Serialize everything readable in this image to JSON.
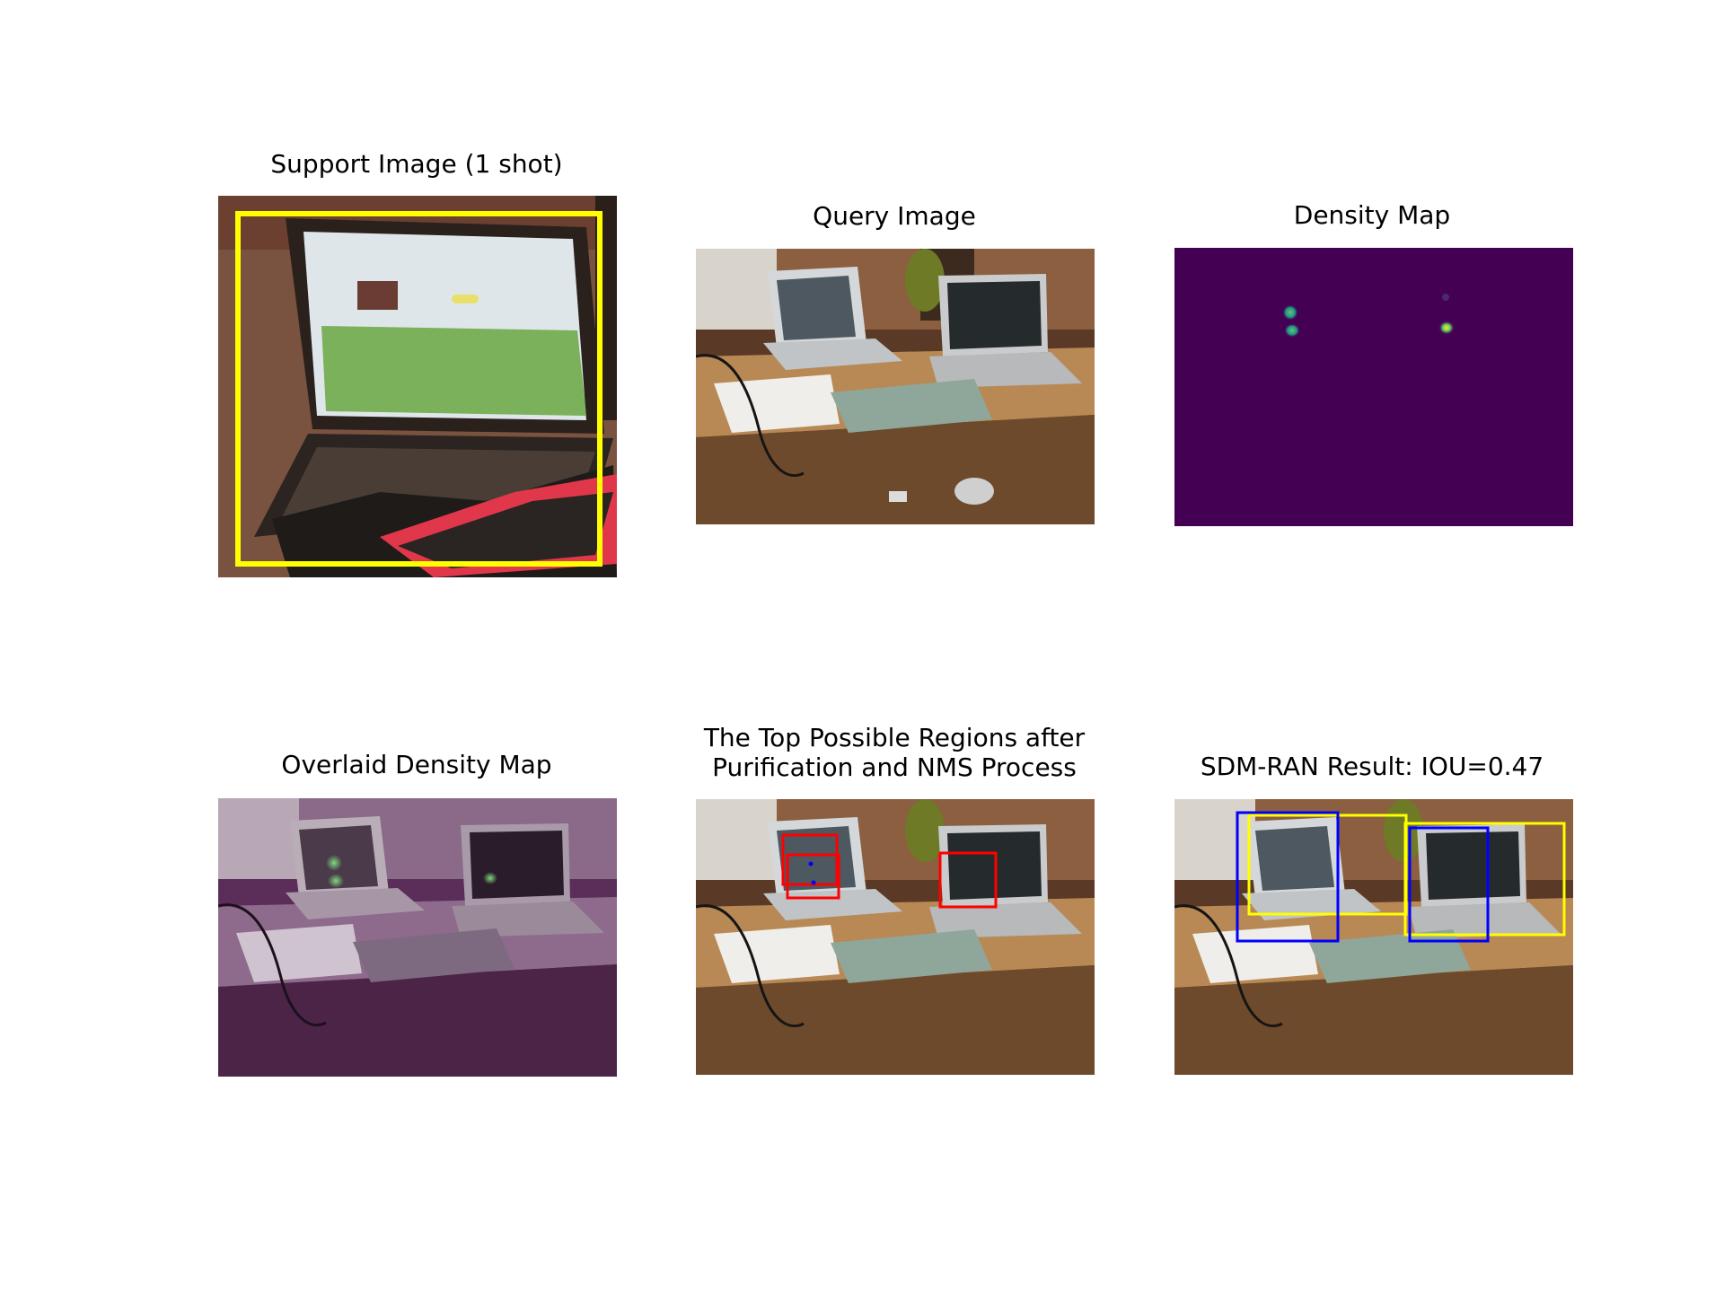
{
  "panels": [
    {
      "title": "Support Image (1 shot)"
    },
    {
      "title": "Query Image"
    },
    {
      "title": "Density Map"
    },
    {
      "title": "Overlaid Density Map"
    },
    {
      "title": "The Top Possible Regions after\nPurification and NMS Process"
    },
    {
      "title": "SDM-RAN Result: IOU=0.47"
    }
  ],
  "box_colors": {
    "support": "#ffff00",
    "ground_truth": "#ffff00",
    "prediction": "#0000ff",
    "candidate_region": "#ff0000",
    "density_background": "#440154"
  }
}
